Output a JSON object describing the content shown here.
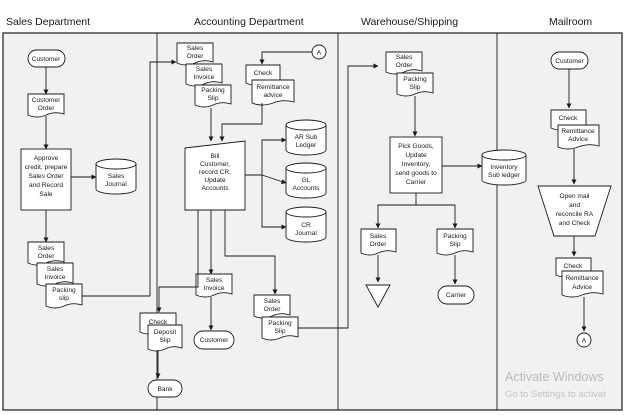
{
  "columns": {
    "sales": "Sales Department",
    "accounting": "Accounting Department",
    "warehouse": "Warehouse/Shipping",
    "mailroom": "Mailroom"
  },
  "sales": {
    "customer": "Customer",
    "customer_order": [
      "Customer",
      "Order"
    ],
    "approve": [
      "Approve",
      "credit, prepare",
      "Sales Order",
      "and Record",
      "Sale"
    ],
    "sales_journal": [
      "Sales",
      "Journal"
    ],
    "doc_sales_order": [
      "Sales",
      "Order"
    ],
    "doc_sales_invoice": [
      "Sales",
      "Invoice"
    ],
    "doc_packing_slip": [
      "Packing",
      "slip"
    ]
  },
  "accounting": {
    "doc_sales_order": [
      "Sales",
      "Order"
    ],
    "doc_sales_invoice": [
      "Sales",
      "Invoice"
    ],
    "doc_packing_slip": [
      "Packing",
      "Slip"
    ],
    "doc_check": "Check",
    "doc_remittance": [
      "Remittance",
      "advice"
    ],
    "bill": [
      "Bill",
      "Customer,",
      "record CR,",
      "Update",
      "Accounts"
    ],
    "ar_ledger": [
      "AR Sub",
      "Ledger"
    ],
    "gl": [
      "GL",
      "Accounts"
    ],
    "cr_journal": [
      "CR",
      "Journal"
    ],
    "doc_invoice_out": [
      "Sales",
      "Invoice"
    ],
    "customer": "Customer",
    "doc_check_out": "Check",
    "doc_deposit_slip": [
      "Deposit",
      "Slip"
    ],
    "bank": "Bank",
    "doc_sales_order_out": [
      "Sales",
      "Order"
    ],
    "doc_packing_slip_out": [
      "Packing",
      "Slip"
    ],
    "connector": "A"
  },
  "warehouse": {
    "doc_sales_order": [
      "Sales",
      "Order"
    ],
    "doc_packing_slip": [
      "Packing",
      "Slip"
    ],
    "pick": [
      "Pick Goods,",
      "Update",
      "Inventory,",
      "send goods to",
      "Carrier"
    ],
    "inventory": [
      "Inventory",
      "Sub ledger"
    ],
    "doc_sales_order_out": [
      "Sales",
      "Order"
    ],
    "doc_packing_slip_out": [
      "Packing",
      "Slip"
    ],
    "carrier": "Carrier"
  },
  "mailroom": {
    "customer": "Customer",
    "doc_check": "Check",
    "doc_remittance": [
      "Remittance",
      "Advice"
    ],
    "open_mail": [
      "Open mail",
      "and",
      "reconcile RA",
      "and Check"
    ],
    "doc_check_out": "Check",
    "doc_remittance_out": [
      "Remittance",
      "Advice"
    ],
    "connector": "A"
  },
  "watermark": {
    "line1": "Activate Windows",
    "line2": "Go to Settings to activat"
  }
}
